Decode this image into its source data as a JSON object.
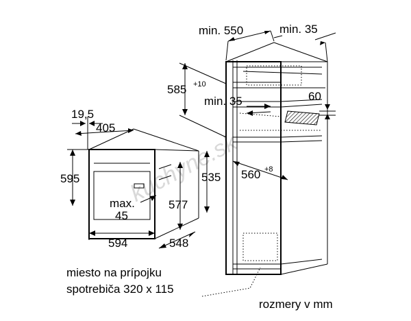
{
  "dimensions": {
    "cab_depth": "min. 550",
    "cab_side": "min. 35",
    "niche_height": "585",
    "niche_height_tol": "+10",
    "niche_gap": "min. 35",
    "vent": "60",
    "niche_width": "560",
    "niche_width_tol": "+8",
    "oven_offset": "19,5",
    "oven_top": "405",
    "oven_height": "595",
    "oven_body_height": "535",
    "oven_inner": "577",
    "max_label": "max.",
    "max_value": "45",
    "oven_width": "594",
    "oven_depth": "548"
  },
  "watermark": "kuchyne.sk",
  "notes": {
    "connection_line1": "miesto na prípojku",
    "connection_line2": "spotrebiča 320 x 115",
    "units": "rozmery v mm"
  }
}
